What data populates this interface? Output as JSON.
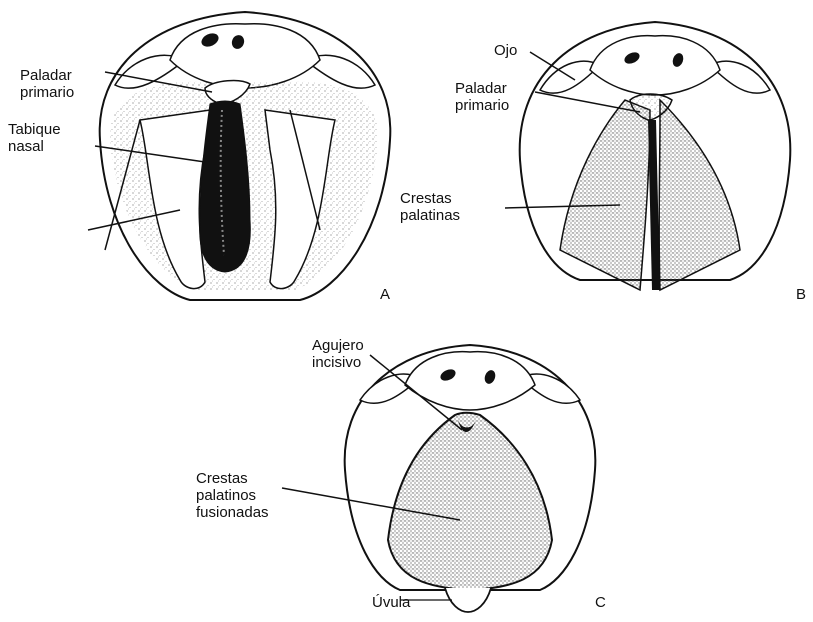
{
  "panels": [
    {
      "letter": "A",
      "labels": {
        "primary_palate": [
          "Paladar",
          "primario"
        ],
        "nasal_septum": [
          "Tabique",
          "nasal"
        ]
      }
    },
    {
      "letter": "B",
      "labels": {
        "eye": "Ojo",
        "primary_palate": [
          "Paladar",
          "primario"
        ],
        "palatal_shelves": [
          "Crestas",
          "palatinas"
        ]
      }
    },
    {
      "letter": "C",
      "labels": {
        "incisive_foramen": [
          "Agujero",
          "incisivo"
        ],
        "fused_shelves": [
          "Crestas",
          "palatinos",
          "fusionadas"
        ],
        "uvula": "Úvula"
      }
    }
  ],
  "colors": {
    "ink": "#111111",
    "stipple_light": "#6a6a6a",
    "stipple_dark": "#1a1a1a",
    "paper": "#ffffff"
  }
}
